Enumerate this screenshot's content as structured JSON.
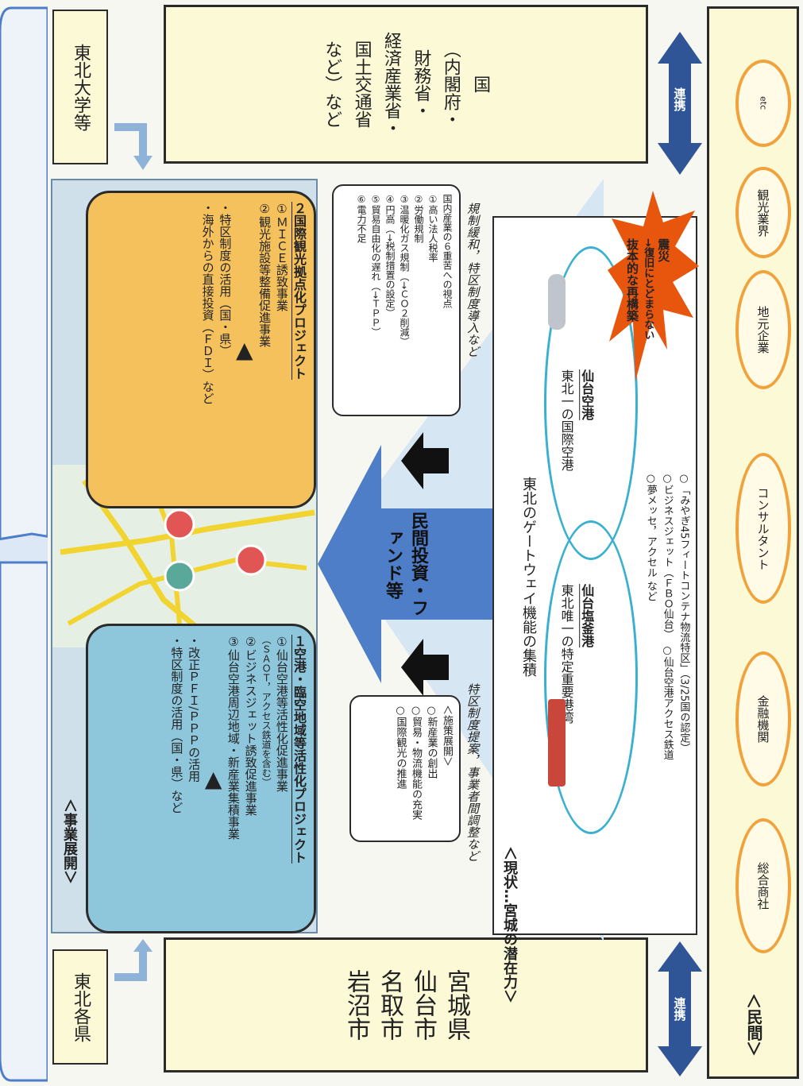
{
  "colors": {
    "arrow_blue": "#4f7ec8",
    "orange_box": "#f5c15c",
    "blue_box": "#8ec6dc",
    "oval_border": "#f0a23c",
    "ellipse_border": "#3ab0d0",
    "map_route": "#f2d430"
  },
  "top": {
    "tohoku_univ": "東北大学等",
    "national": [
      "国",
      "（内閣府・",
      "財務省・",
      "経済産業省・",
      "国土交通省",
      "など）など"
    ],
    "renkei_top": "連携"
  },
  "bottom": {
    "tohoku_prefs": "東北各県",
    "local": [
      "宮城県",
      "仙台市",
      "名取市",
      "岩沼市"
    ],
    "renkei_bottom": "連携"
  },
  "business": {
    "header": "＜事業展開＞",
    "proj1": {
      "title": "１空港・臨空地域等活性化プロジェクト",
      "items": [
        "①仙台空港等活性化促進事業",
        "（ＳＡＯＴ，アクセス鉄道を含む）",
        "②ビジネスジェット誘致促進事業",
        "③仙台空港周辺地域・新産業集積事業"
      ],
      "arrow": "▲",
      "measures": [
        "・改正ＰＦＩ/ＰＰＰの活用",
        "・特区制度の活用（国・県）など"
      ]
    },
    "proj2": {
      "title": "２国際観光拠点化プロジェクト",
      "items": [
        "①ＭＩＣＥ誘致事業",
        "②観光施設等整備促進事業"
      ],
      "arrow": "▲",
      "measures": [
        "・特区制度の活用（国・県）",
        "・海外からの直接投資（ＦＤＩ）など"
      ]
    }
  },
  "center": {
    "fund_label": "民間投資・ファンド等",
    "left_box": [
      "＜施策展開＞",
      "○新産業の創出",
      "○貿易・物流機能の充実",
      "○国際観光の推進"
    ],
    "left_caption": "特区制度提案，事業者間調整など",
    "right_box": [
      "国内産業の６重苦への視点",
      "①高い法人税率",
      "②労働規制",
      "③温暖化ガス規制（→ＣＯ２削減）",
      "④円高（→税制措置の設定）",
      "⑤貿易自由化の遅れ（→ＴＰＰ）",
      "⑥電力不足"
    ],
    "right_caption": "規制緩和，特区制度導入など"
  },
  "potential": {
    "header": "＜現状…宮城の潜在力＞",
    "subtitle": "東北のゲートウェイ機能の集積",
    "port_title": "仙台塩釜港",
    "port_desc": "東北唯一の特定重要港湾",
    "airport_title": "仙台空港",
    "airport_desc": "東北一の国際空港",
    "notes": [
      "○「みやぎ45フィートコンテナ物流特区」（3/25国の認定）",
      "○ビジネスジェット（ＦＢＯ仙台）　○仙台空港アクセス鉄道",
      "○夢メッセ，アクセル など"
    ],
    "disaster": [
      "震災",
      "→復旧にとどまらない",
      "抜本的な再構築"
    ]
  },
  "private": {
    "header": "＜民間＞",
    "items": [
      "総合商社",
      "金融機関",
      "コンサルタント",
      "地元企業",
      "観光業界",
      "etc"
    ]
  }
}
